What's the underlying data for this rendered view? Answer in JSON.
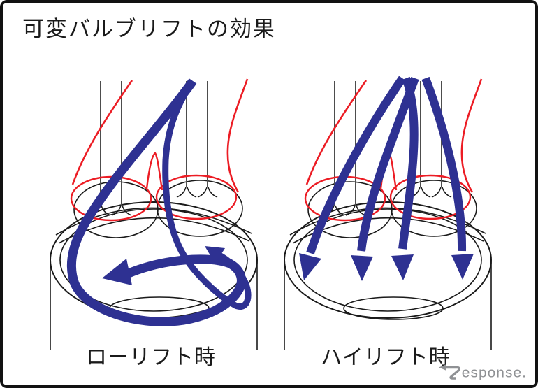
{
  "title": "可変バルブリフトの効果",
  "diagrams": {
    "low_lift": {
      "label": "ローリフト時"
    },
    "high_lift": {
      "label": "ハイリフト時"
    }
  },
  "watermark": {
    "text": "Response.",
    "text_after_r": "esponse."
  },
  "icons": {
    "watermark_r": "response-r-arrow-icon"
  },
  "colors": {
    "flow_blue": "#2E3192",
    "port_red": "#EC1C24",
    "line_black": "#1a1a1a",
    "stem_gray": "#4d4d4d",
    "watermark_gray": "#8f9194",
    "background": "#ffffff",
    "border": "#111111"
  }
}
